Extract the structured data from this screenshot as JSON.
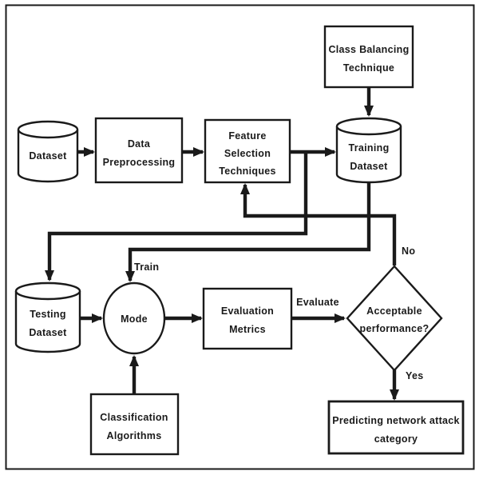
{
  "diagram": {
    "description": "Flowchart of a machine learning pipeline for predicting network attack category",
    "colors": {
      "line": "#1a1a1a",
      "background": "#ffffff",
      "shape_fill": "#ffffff"
    },
    "nodes": {
      "class_balancing": {
        "type": "process",
        "lines": [
          "Class Balancing",
          "Technique"
        ]
      },
      "dataset": {
        "type": "datastore-cylinder",
        "lines": [
          "Dataset"
        ]
      },
      "data_preprocessing": {
        "type": "process",
        "lines": [
          "Data",
          "Preprocessing"
        ]
      },
      "feature_selection": {
        "type": "process",
        "lines": [
          "Feature",
          "Selection",
          "Techniques"
        ]
      },
      "training_dataset": {
        "type": "datastore-cylinder",
        "lines": [
          "Training",
          "Dataset"
        ]
      },
      "testing_dataset": {
        "type": "datastore-cylinder",
        "lines": [
          "Testing",
          "Dataset"
        ]
      },
      "model": {
        "type": "circle",
        "lines": [
          "Mode"
        ]
      },
      "evaluation_metrics": {
        "type": "process",
        "lines": [
          "Evaluation",
          "Metrics"
        ]
      },
      "acceptable_performance": {
        "type": "decision",
        "lines": [
          "Acceptable",
          "performance?"
        ]
      },
      "classification_algorithms": {
        "type": "process",
        "lines": [
          "Classification",
          "Algorithms"
        ]
      },
      "predicting_category": {
        "type": "process",
        "lines": [
          "Predicting network attack",
          "category"
        ]
      }
    },
    "edge_labels": {
      "train": "Train",
      "evaluate": "Evaluate",
      "no": "No",
      "yes": "Yes"
    },
    "edges": [
      {
        "from": "dataset",
        "to": "data_preprocessing"
      },
      {
        "from": "data_preprocessing",
        "to": "feature_selection"
      },
      {
        "from": "feature_selection",
        "to": "training_dataset"
      },
      {
        "from": "class_balancing",
        "to": "training_dataset"
      },
      {
        "from": "feature_selection",
        "to": "testing_dataset"
      },
      {
        "from": "training_dataset",
        "to": "model",
        "label": "Train"
      },
      {
        "from": "testing_dataset",
        "to": "model"
      },
      {
        "from": "classification_algorithms",
        "to": "model"
      },
      {
        "from": "model",
        "to": "evaluation_metrics"
      },
      {
        "from": "evaluation_metrics",
        "to": "acceptable_performance",
        "label": "Evaluate"
      },
      {
        "from": "acceptable_performance",
        "to": "feature_selection",
        "label": "No"
      },
      {
        "from": "acceptable_performance",
        "to": "predicting_category",
        "label": "Yes"
      }
    ]
  }
}
